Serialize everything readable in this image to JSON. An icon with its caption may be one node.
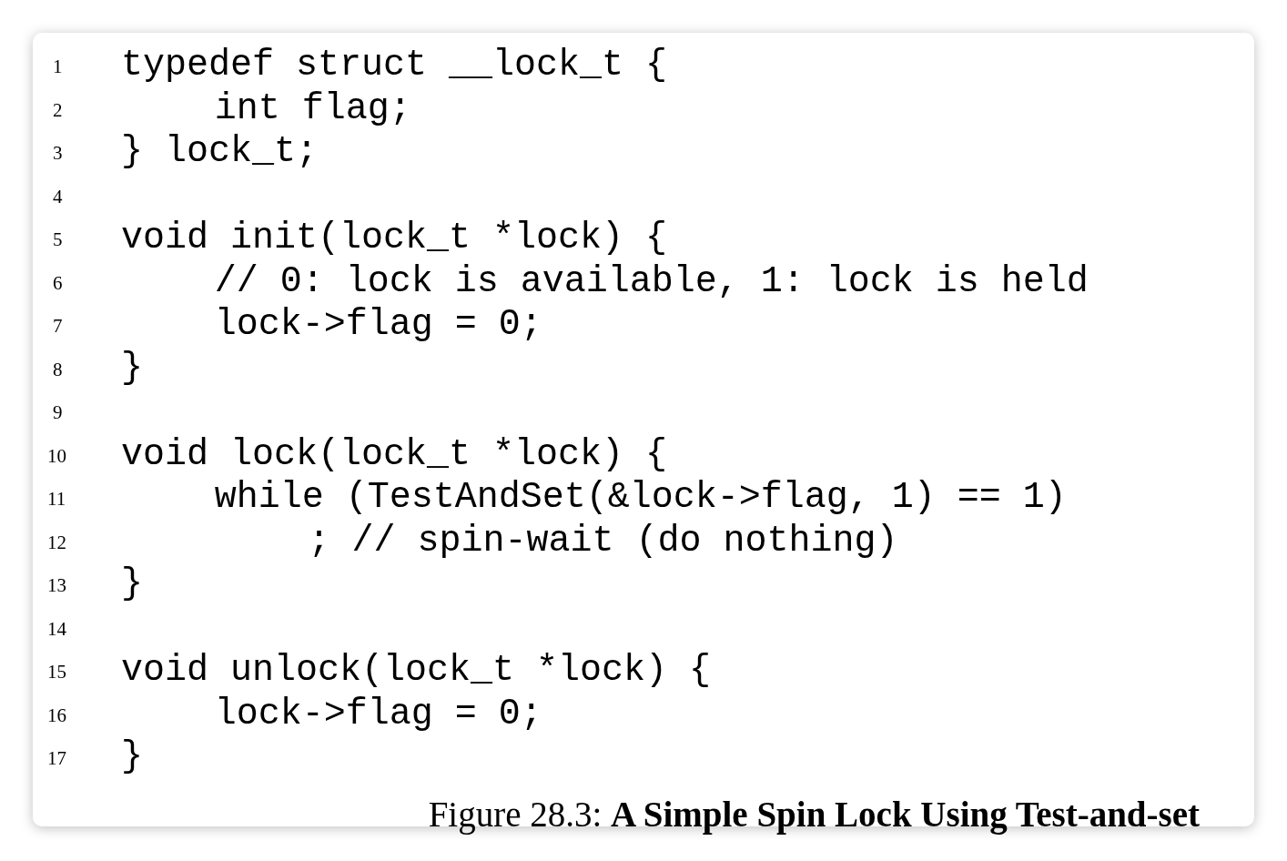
{
  "diagram": {
    "caption": "Figure 28.3: **A Simple Spin Lock Using Test-and-set**",
    "labels": [
      "1",
      "typedef struct __lock_t {",
      "2",
      "int flag;",
      "3",
      "} lock_t;",
      "4",
      "5",
      "void init(lock_t *lock) {",
      "6",
      "// 0: lock is available, 1: lock is held",
      "7",
      "lock->flag = 0;",
      "8",
      "}",
      "9",
      "10",
      "void lock(lock_t *lock) {",
      "11",
      "while (TestAndSet(&lock->flag, 1) == 1)",
      "12",
      "; // spin-wait (do nothing)",
      "13",
      "}",
      "14",
      "15",
      "void unlock(lock_t *lock) {",
      "16",
      "lock->flag = 0;",
      "17",
      "}"
    ]
  }
}
